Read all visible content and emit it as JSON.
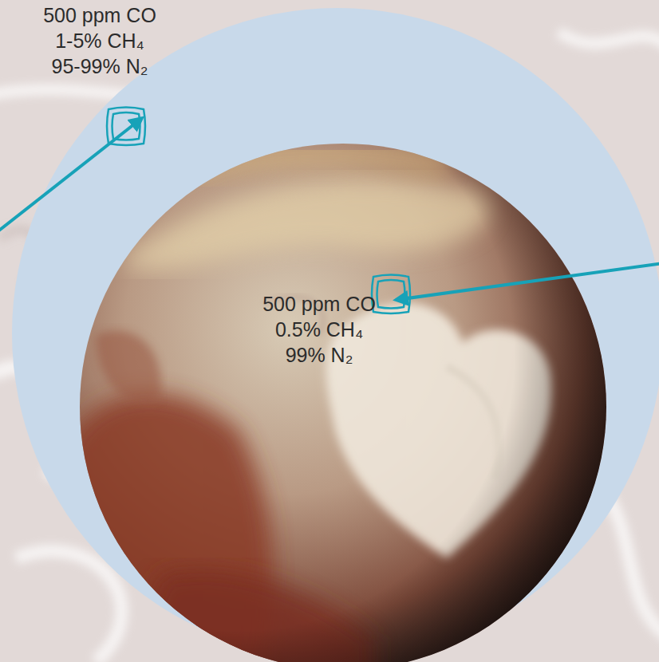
{
  "diagram": {
    "labels": [
      "500 ppm CO",
      "1-5% CH₄",
      "95-99% N₂",
      "500 ppm CO",
      "0.5% CH₄",
      "99% N₂"
    ]
  }
}
